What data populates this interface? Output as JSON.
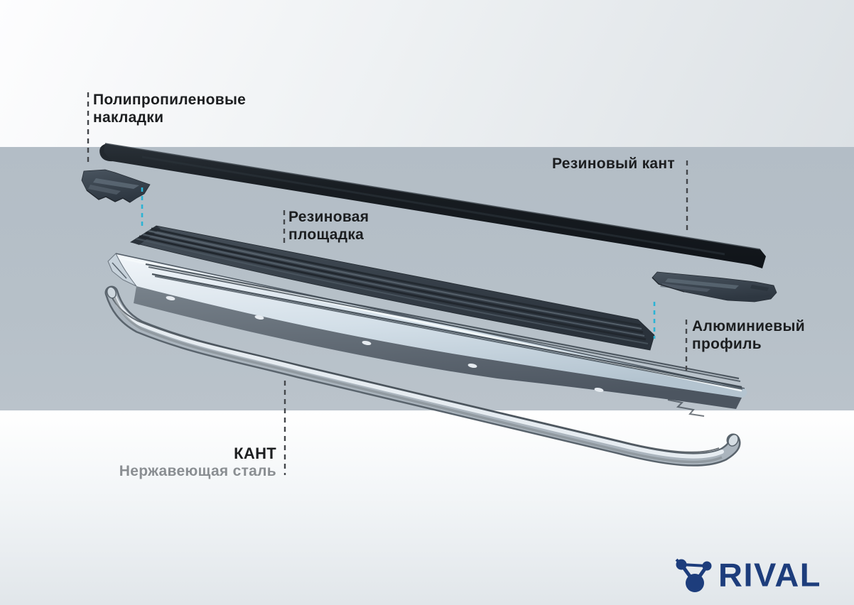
{
  "diagram": {
    "labels": {
      "polypropylene_caps": {
        "line1": "Полипропиленовые",
        "line2": "накладки"
      },
      "rubber_edge": {
        "line1": "Резиновый кант"
      },
      "rubber_platform": {
        "line1": "Резиновая",
        "line2": "площадка"
      },
      "aluminum_profile": {
        "line1": "Алюминиевый",
        "line2": "профиль"
      },
      "kant": {
        "title": "КАНТ",
        "subtitle": "Нержавеющая сталь"
      }
    },
    "leader_lines": {
      "dark_color": "#44474b",
      "accent_color": "#2cb3d4"
    }
  },
  "logo": {
    "text": "RIVAL",
    "icon": "rival-molecule-icon",
    "color": "#1d3d7c"
  },
  "colors": {
    "band_gray": "#b6c0c8",
    "label_text": "#1c1e20",
    "label_muted": "#8a8e92",
    "rubber_black": "#16191d",
    "plastic_slate": "#3c4752",
    "aluminum_light": "#dfe9f0",
    "steel_tube": "#b9c2ca"
  }
}
